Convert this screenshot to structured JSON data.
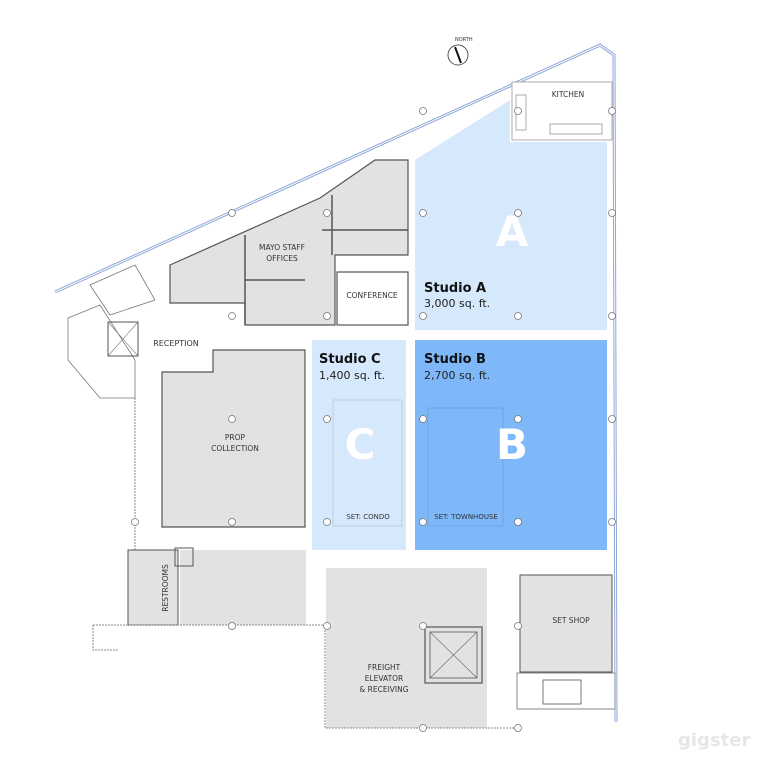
{
  "compass": {
    "label": "NORTH"
  },
  "rooms": {
    "kitchen": "KITCHEN",
    "mayo_offices": [
      "MAYO STAFF",
      "OFFICES"
    ],
    "conference": "CONFERENCE",
    "reception": "RECEPTION",
    "prop_collection": [
      "PROP",
      "COLLECTION"
    ],
    "restrooms": "RESTROOMS",
    "freight": [
      "FREIGHT",
      "ELEVATOR",
      "& RECEIVING"
    ],
    "set_shop": "SET SHOP"
  },
  "studios": [
    {
      "name": "Studio A",
      "size": "3,000 sq. ft.",
      "letter": "A",
      "color": "#d6e8fc"
    },
    {
      "name": "Studio B",
      "size": "2,700 sq. ft.",
      "letter": "B",
      "color": "#7fb8f9",
      "set": "SET: TOWNHOUSE"
    },
    {
      "name": "Studio C",
      "size": "1,400 sq. ft.",
      "letter": "C",
      "color": "#d6e8fc",
      "set": "SET: CONDO"
    }
  ],
  "colors": {
    "room_gray": "#e2e2e2",
    "exterior_wall": "#8fa6d8"
  },
  "watermark": "gigster"
}
